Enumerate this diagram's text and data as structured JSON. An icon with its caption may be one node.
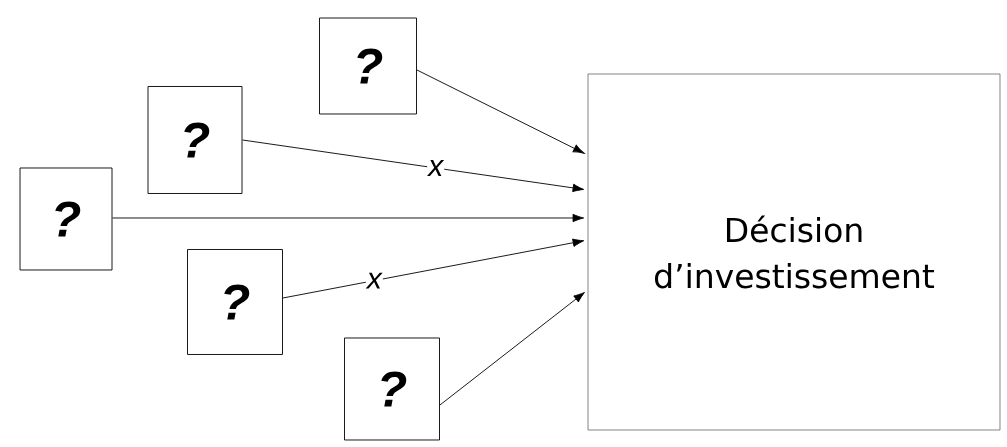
{
  "diagram": {
    "nodes": [
      {
        "text": [
          "?"
        ]
      },
      {
        "text": [
          "?"
        ]
      },
      {
        "text": [
          "?"
        ]
      },
      {
        "text": [
          "?"
        ]
      },
      {
        "text": [
          "?"
        ]
      },
      {
        "text": [
          "Décision d’investissement"
        ]
      }
    ],
    "edges": [
      {
        "from": 0,
        "to": 5,
        "arrow": "to"
      },
      {
        "from": 1,
        "to": 5,
        "arrow": "to",
        "label": "x"
      },
      {
        "from": 2,
        "to": 5,
        "arrow": "to"
      },
      {
        "from": 3,
        "to": 5,
        "arrow": "to",
        "label": "x"
      },
      {
        "from": 4,
        "to": 5,
        "arrow": "to"
      }
    ]
  }
}
